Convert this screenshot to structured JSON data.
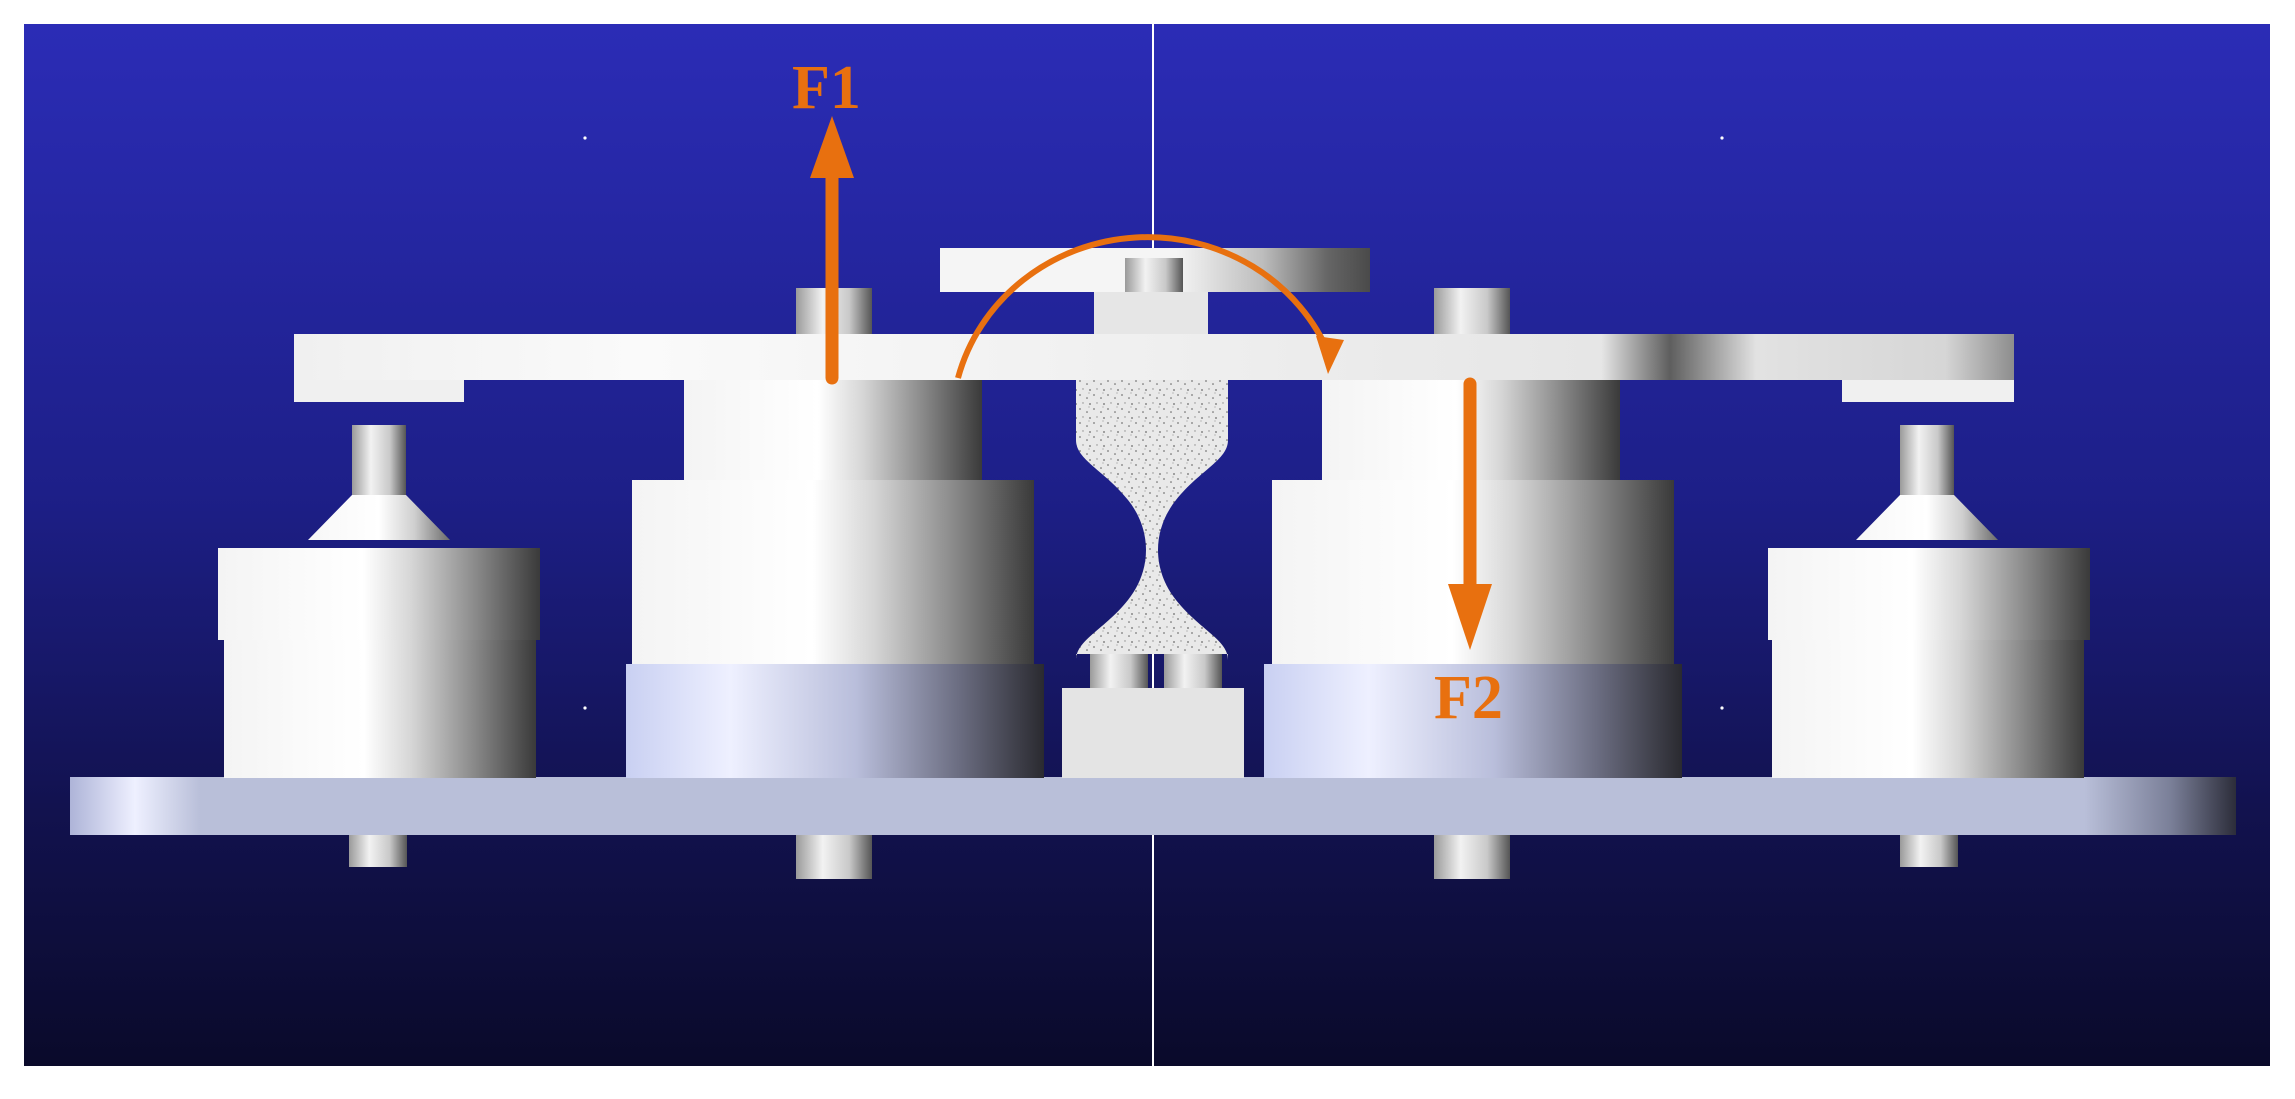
{
  "scene": {
    "background_top": "#2a2ab4",
    "background_bottom": "#0b0a2e",
    "part_color": "#f2f2f2",
    "base_plate_color": "#b8bdd6",
    "accent_color": "#e8700f"
  },
  "labels": {
    "force_1": "F1",
    "force_2": "F2"
  },
  "annotations": {
    "force_1_direction": "up",
    "force_2_direction": "down",
    "rotation": "clockwise"
  }
}
